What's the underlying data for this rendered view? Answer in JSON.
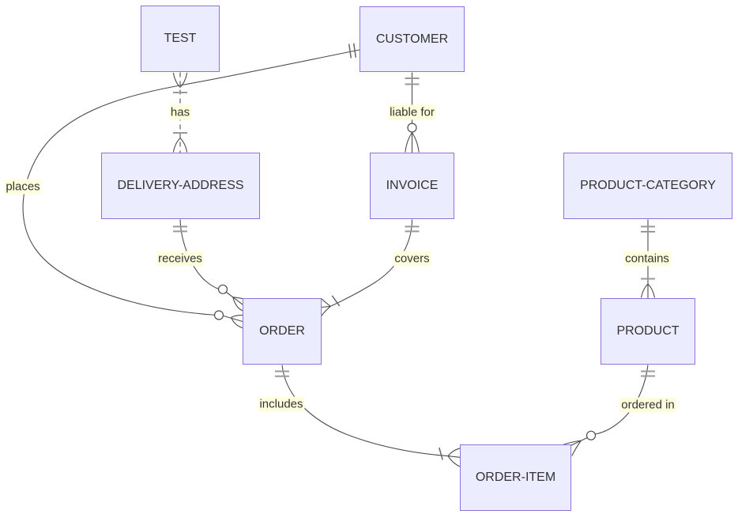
{
  "diagram": {
    "type": "entity-relationship",
    "colors": {
      "background": "#ffffff",
      "entity_fill": "#ECECFF",
      "entity_border": "#9370DB",
      "line": "#4d4d4d",
      "marker_bar": "#999999",
      "label_background": "#ffffde",
      "text": "#333333"
    },
    "entities": [
      {
        "label": "TEST"
      },
      {
        "label": "CUSTOMER"
      },
      {
        "label": "DELIVERY-ADDRESS"
      },
      {
        "label": "INVOICE"
      },
      {
        "label": "PRODUCT-CATEGORY"
      },
      {
        "label": "ORDER"
      },
      {
        "label": "PRODUCT"
      },
      {
        "label": "ORDER-ITEM"
      }
    ],
    "relationships": [
      {
        "label": "has",
        "from": "TEST",
        "to": "DELIVERY-ADDRESS",
        "from_cardinality": "one or more",
        "to_cardinality": "one or more",
        "style": "dashed"
      },
      {
        "label": "liable for",
        "from": "CUSTOMER",
        "to": "INVOICE",
        "from_cardinality": "exactly one",
        "to_cardinality": "zero or more",
        "style": "solid"
      },
      {
        "label": "places",
        "from": "CUSTOMER",
        "to": "ORDER",
        "from_cardinality": "exactly one",
        "to_cardinality": "zero or more",
        "style": "solid"
      },
      {
        "label": "receives",
        "from": "DELIVERY-ADDRESS",
        "to": "ORDER",
        "from_cardinality": "exactly one",
        "to_cardinality": "zero or more",
        "style": "solid"
      },
      {
        "label": "covers",
        "from": "INVOICE",
        "to": "ORDER",
        "from_cardinality": "exactly one",
        "to_cardinality": "one or more",
        "style": "solid"
      },
      {
        "label": "contains",
        "from": "PRODUCT-CATEGORY",
        "to": "PRODUCT",
        "from_cardinality": "exactly one",
        "to_cardinality": "one or more",
        "style": "solid"
      },
      {
        "label": "includes",
        "from": "ORDER",
        "to": "ORDER-ITEM",
        "from_cardinality": "exactly one",
        "to_cardinality": "one or more",
        "style": "solid"
      },
      {
        "label": "ordered in",
        "from": "PRODUCT",
        "to": "ORDER-ITEM",
        "from_cardinality": "exactly one",
        "to_cardinality": "zero or more",
        "style": "solid"
      }
    ]
  }
}
